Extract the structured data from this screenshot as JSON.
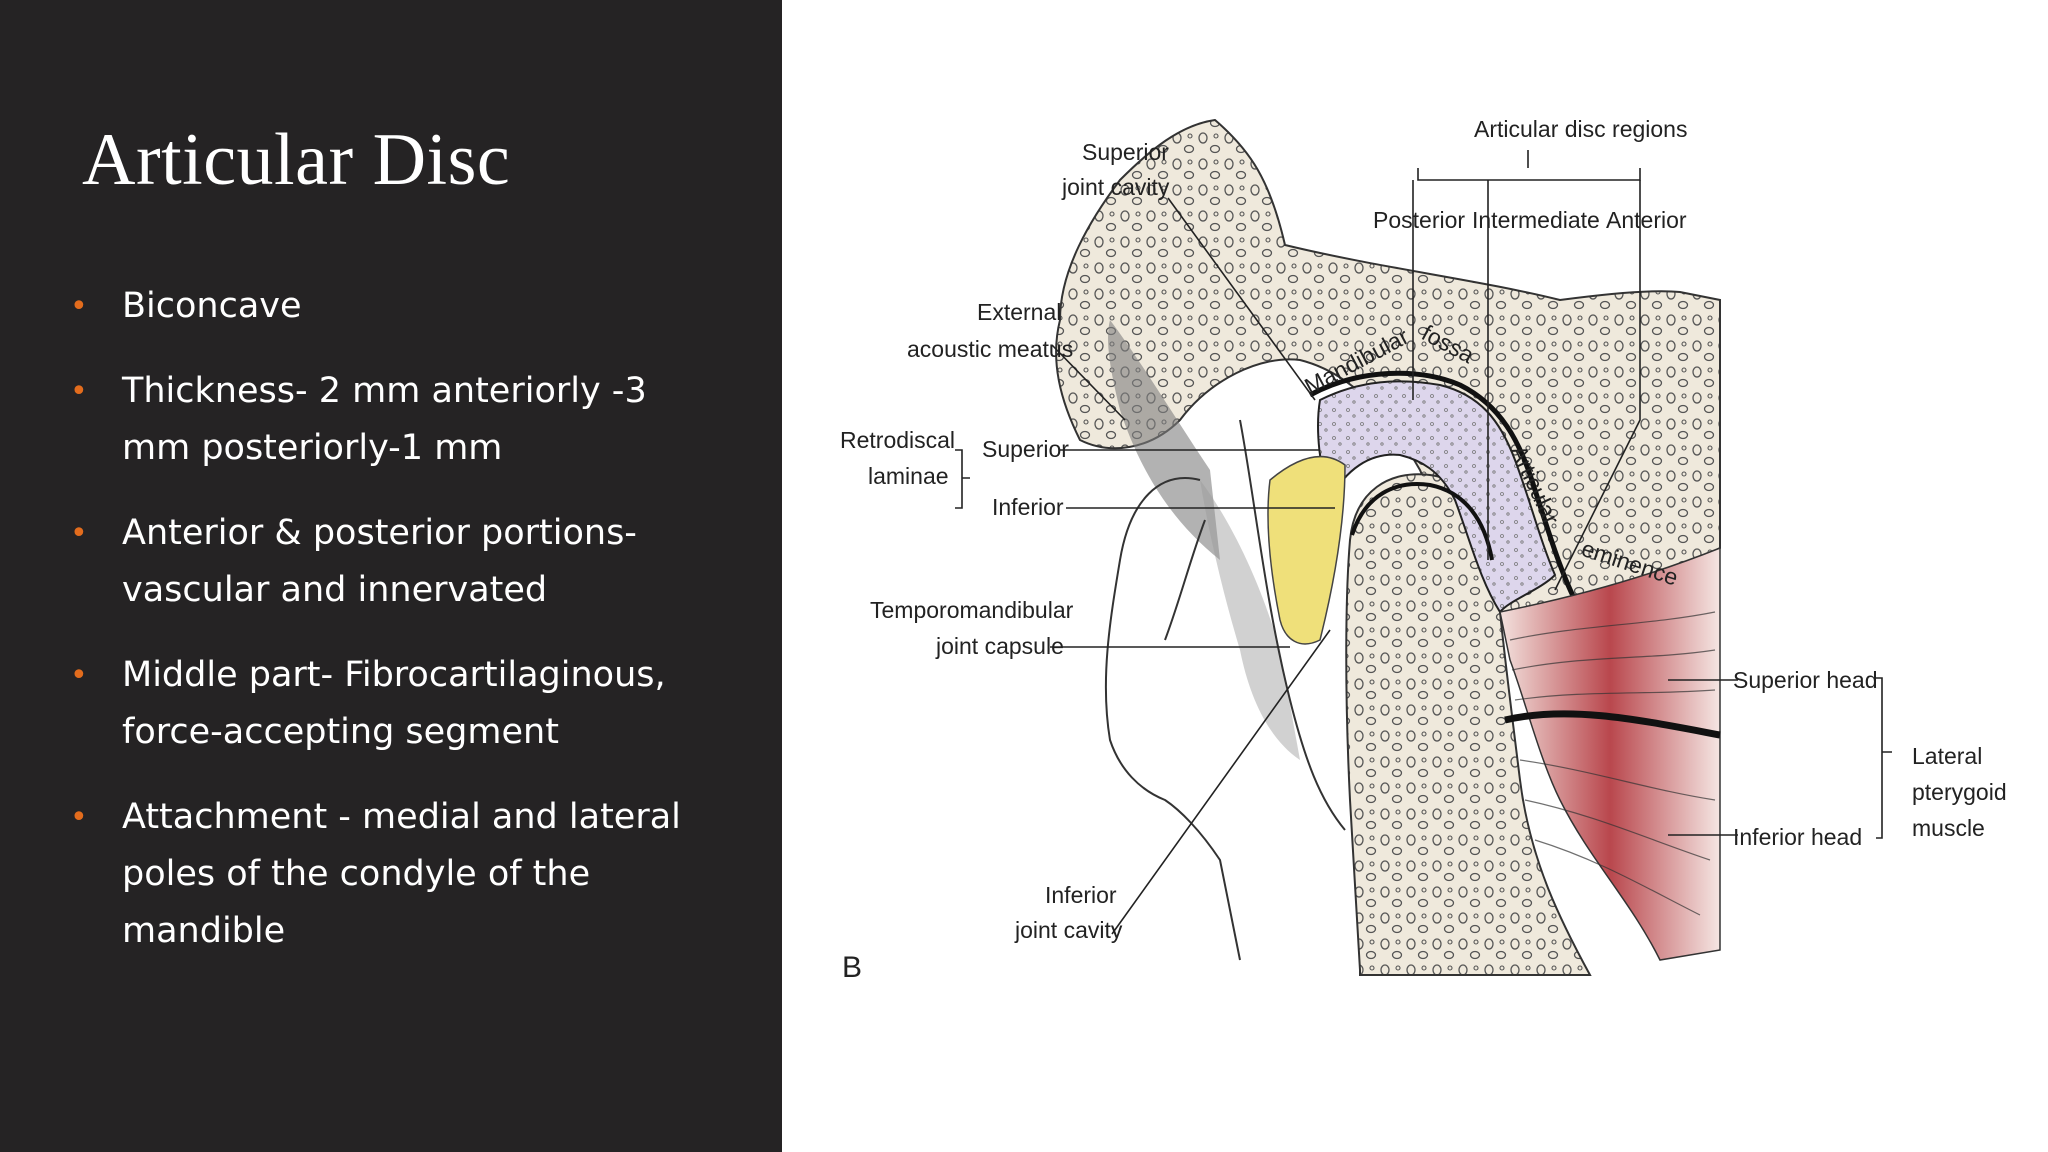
{
  "slide": {
    "title": "Articular Disc",
    "bullets": [
      "Biconcave",
      "Thickness- 2 mm anteriorly -3 mm posteriorly-1 mm",
      "Anterior & posterior portions- vascular and innervated",
      "Middle part- Fibrocartilaginous, force-accepting segment",
      "Attachment - medial and lateral poles of the condyle of the mandible"
    ]
  },
  "figure": {
    "panel_letter": "B",
    "labels": {
      "superior_joint_cavity_1": "Superior",
      "superior_joint_cavity_2": "joint cavity",
      "articular_disc_regions": "Articular disc regions",
      "posterior": "Posterior",
      "intermediate": "Intermediate",
      "anterior": "Anterior",
      "external_1": "External",
      "external_2": "acoustic meatus",
      "retrodiscal_1": "Retrodiscal",
      "retrodiscal_2": "laminae",
      "superior": "Superior",
      "inferior": "Inferior",
      "tmj_capsule_1": "Temporomandibular",
      "tmj_capsule_2": "joint capsule",
      "inferior_joint_cavity_1": "Inferior",
      "inferior_joint_cavity_2": "joint cavity",
      "mandibular_fossa_1": "Mandibular",
      "mandibular_fossa_2": "fossa",
      "articular_eminence_1": "Articular",
      "articular_eminence_2": "eminence",
      "superior_head": "Superior head",
      "inferior_head": "Inferior head",
      "lateral_pterygoid_1": "Lateral",
      "lateral_pterygoid_2": "pterygoid",
      "lateral_pterygoid_3": "muscle"
    }
  },
  "colors": {
    "panel_bg": "#252324",
    "bullet_accent": "#e36c1d",
    "bone": "#efe9dc",
    "disc": "#ddd6ec",
    "fat": "#efe07a",
    "muscle": "#b9474d"
  }
}
